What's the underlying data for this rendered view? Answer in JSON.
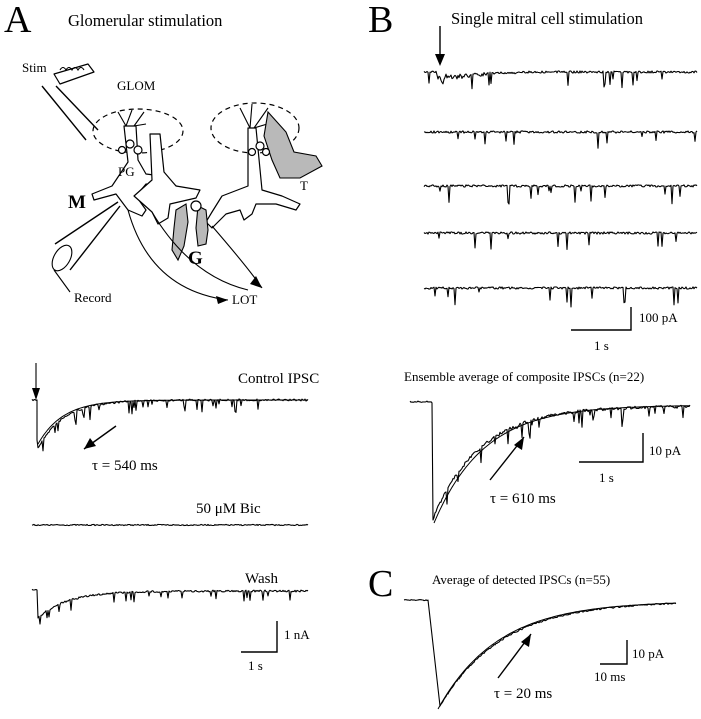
{
  "panelA": {
    "letter": "A",
    "title": "Glomerular stimulation",
    "diagram": {
      "stim": "Stim",
      "glom": "GLOM",
      "pg": "PG",
      "m": "M",
      "g": "G",
      "t": "T",
      "record": "Record",
      "lot": "LOT"
    },
    "traces": {
      "control": "Control IPSC",
      "tau": "τ = 540 ms",
      "bic": "50 μM Bic",
      "wash": "Wash"
    },
    "scalebar": {
      "y_label": "1 nA",
      "x_label": "1 s"
    }
  },
  "panelB": {
    "letter": "B",
    "title": "Single mitral cell stimulation",
    "scalebar1": {
      "y_label": "100 pA",
      "x_label": "1 s"
    },
    "avg_title": "Ensemble average of composite IPSCs (n=22)",
    "tau": "τ = 610 ms",
    "scalebar2": {
      "y_label": "10 pA",
      "x_label": "1 s"
    }
  },
  "panelC": {
    "letter": "C",
    "title": "Average of detected IPSCs  (n=55)",
    "tau": "τ = 20 ms",
    "scalebar": {
      "y_label": "10 pA",
      "x_label": "10 ms"
    }
  }
}
